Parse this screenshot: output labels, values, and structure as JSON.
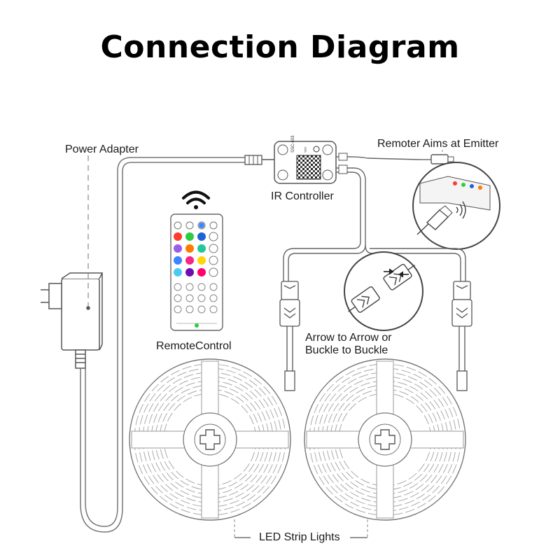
{
  "title": "Connection Diagram",
  "labels": {
    "power_adapter": "Power Adapter",
    "ir_controller": "IR Controller",
    "remote_aims": "Remoter Aims at Emitter",
    "remote_control": "RemoteControl",
    "arrow_line1": "Arrow to Arrow or",
    "arrow_line2": "Buckle to Buckle",
    "led_strip": "LED Strip Lights"
  },
  "controller_text": {
    "line1": "SSC-403"
  },
  "colors": {
    "line": "#7a7a7a",
    "remote_buttons": [
      "#ff3b30",
      "#2ecc40",
      "#1e63d6",
      "#9b5de5",
      "#ff7a00",
      "#20c997",
      "#3a86ff",
      "#f72585",
      "#ffd60a",
      "#4cc9f0",
      "#7209b7",
      "#ff006e",
      "#e0e000",
      "#00b4d8",
      "#c77dff",
      "#ff4d6d"
    ]
  }
}
